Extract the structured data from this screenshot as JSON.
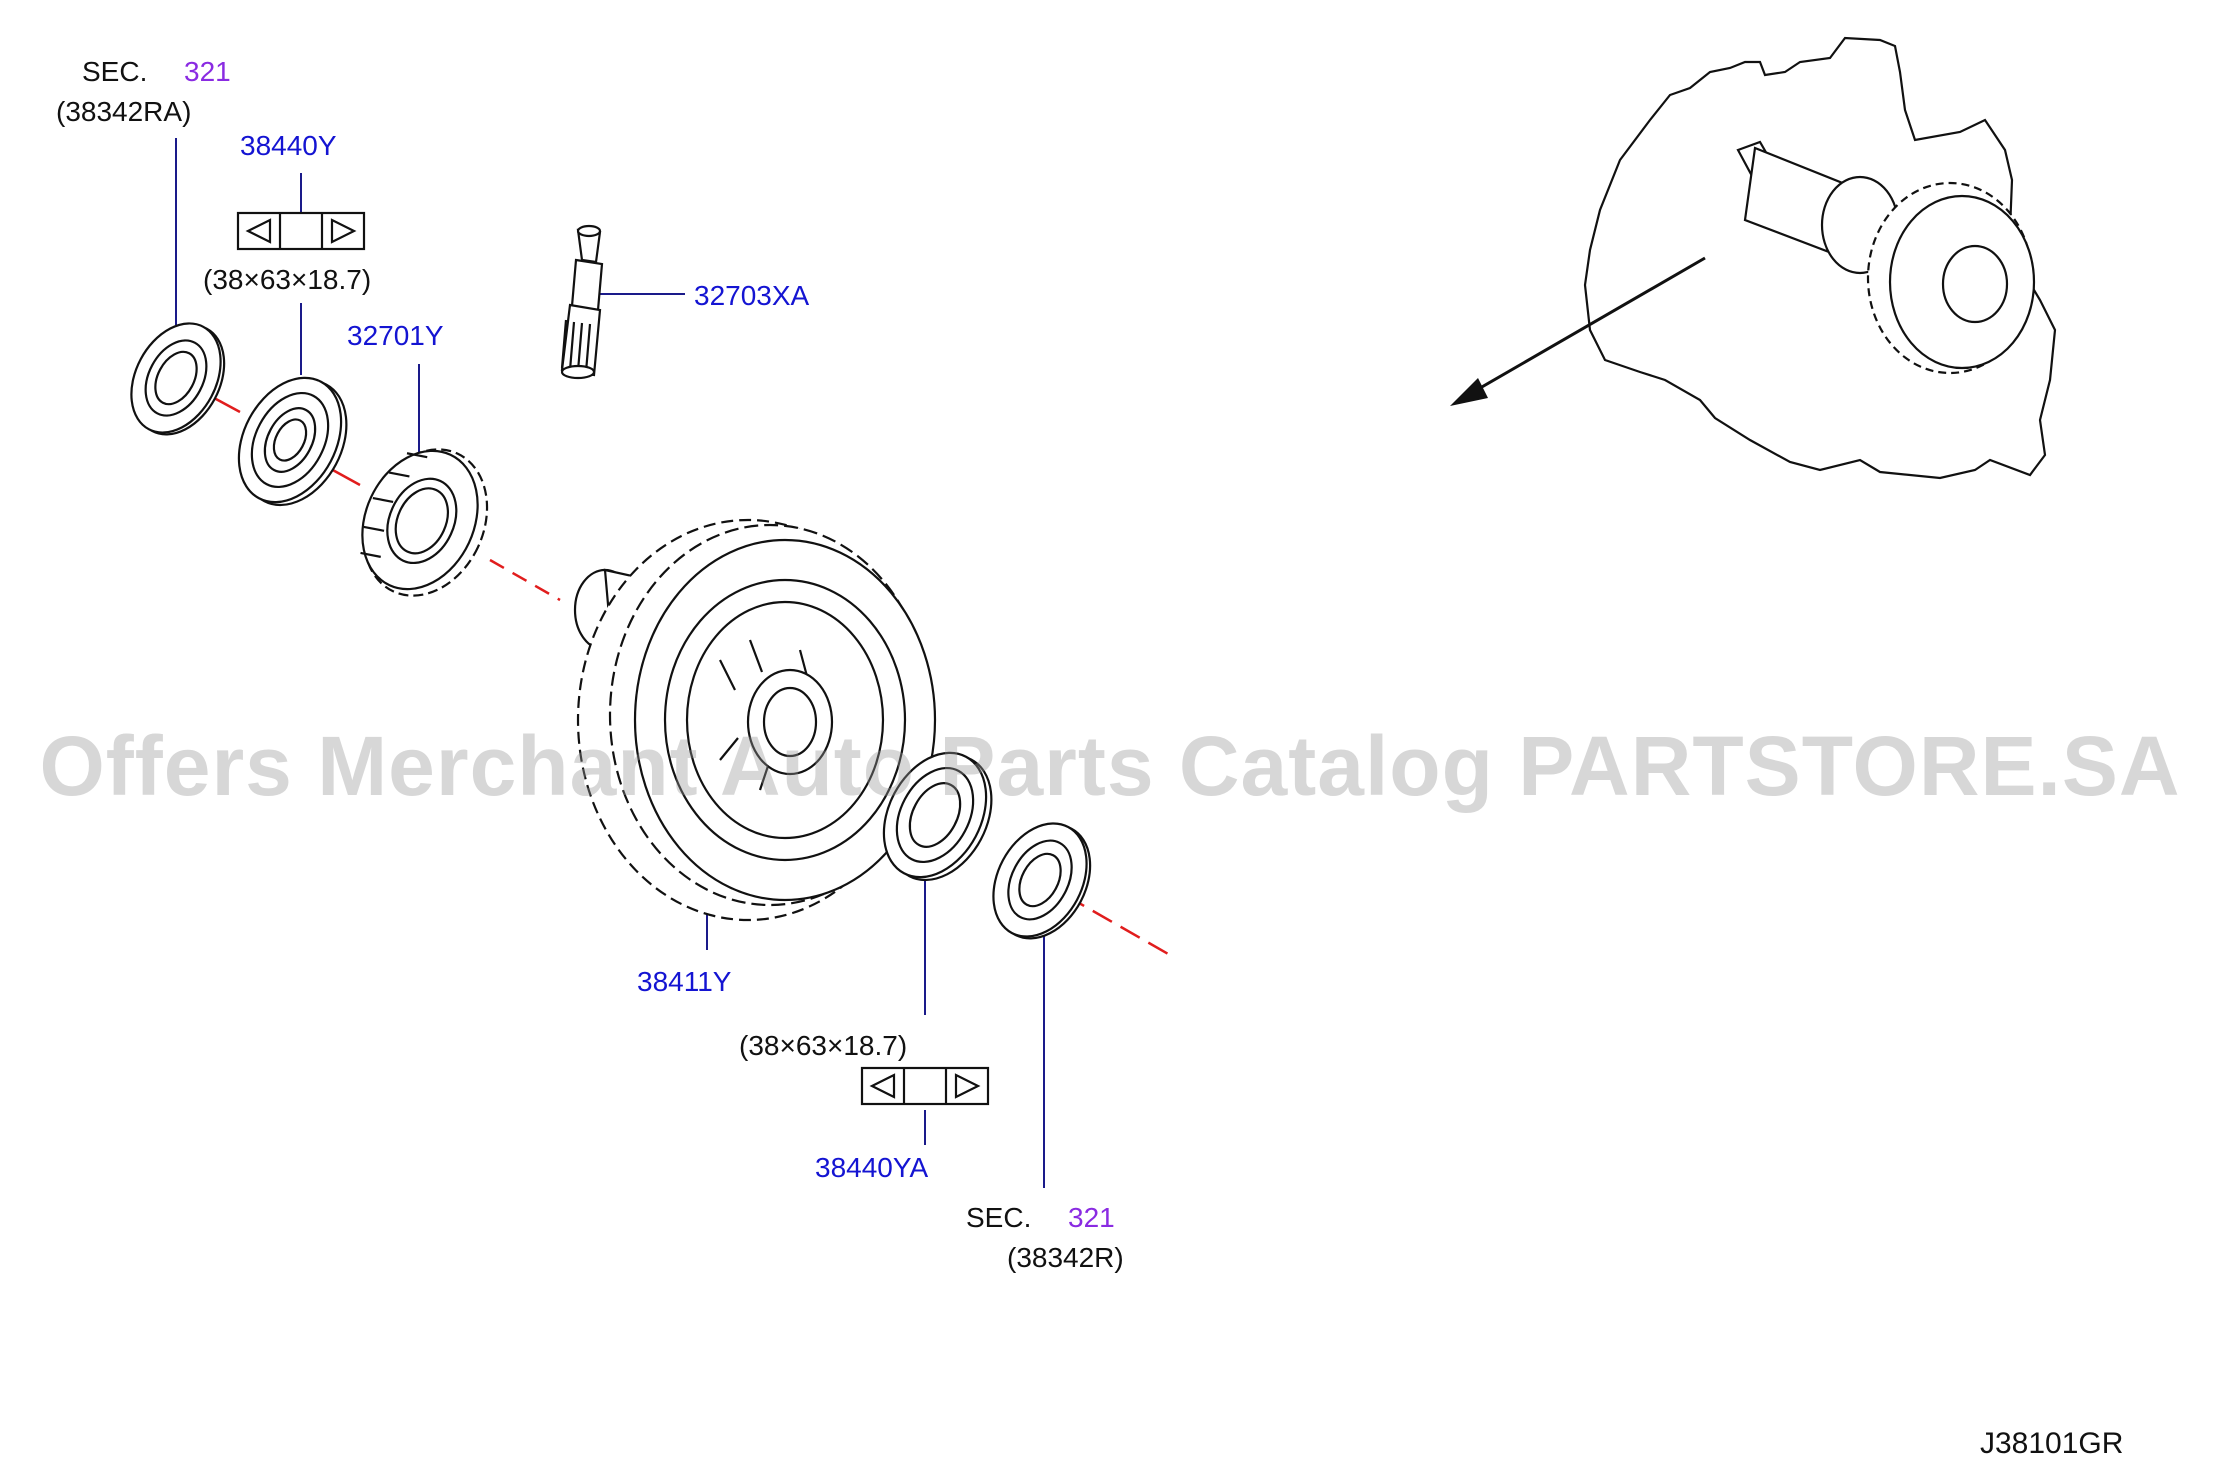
{
  "colors": {
    "part_number": "#1414d2",
    "section_number": "#8a2be2",
    "axis_line": "#e11d1d",
    "outline": "#111111"
  },
  "labels": {
    "sec_top": {
      "prefix": "SEC.",
      "num": "321",
      "ref": "(38342RA)"
    },
    "p38440Y": "38440Y",
    "dim_top": "(38×63×18.7)",
    "p32701Y": "32701Y",
    "p32703XA": "32703XA",
    "p38411Y": "38411Y",
    "dim_bottom": "(38×63×18.7)",
    "p38440YA": "38440YA",
    "sec_bottom": {
      "prefix": "SEC.",
      "num": "321",
      "ref": "(38342R)"
    }
  },
  "watermark": "Offers Merchant Auto Parts Catalog PARTSTORE.SA",
  "diagram_code": "J38101GR",
  "icons": [
    "bearing-left-icon",
    "bearing-right-icon",
    "pinion-gear-icon",
    "shaft-icon",
    "differential-gear-icon",
    "transaxle-location-icon",
    "direction-arrow-icon",
    "shim-symbol-icon"
  ]
}
